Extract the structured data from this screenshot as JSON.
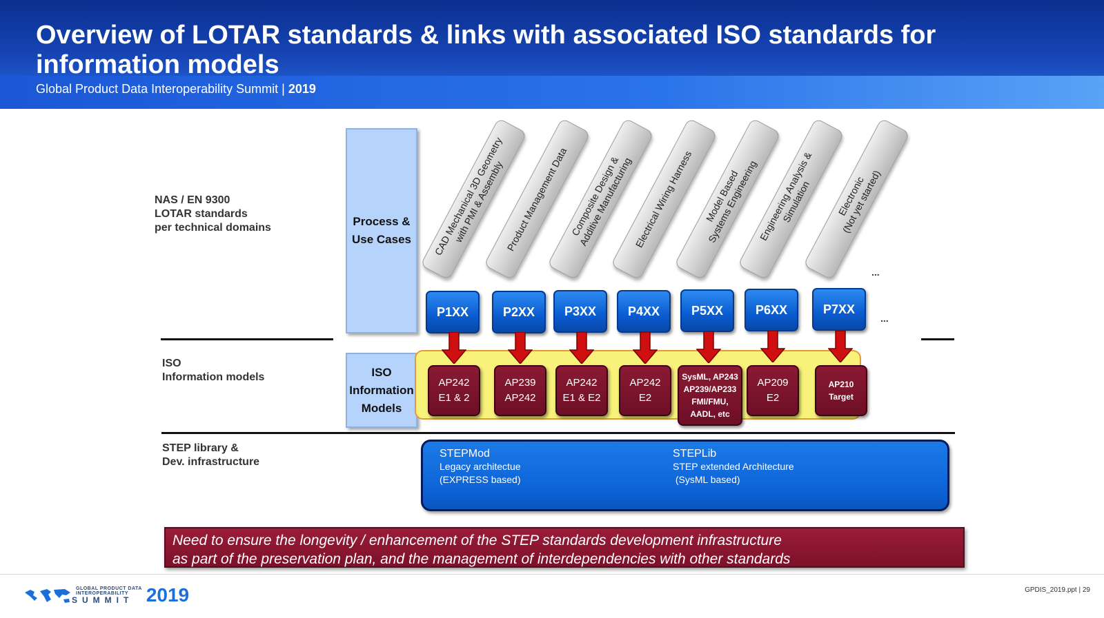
{
  "header": {
    "title": "Overview of LOTAR standards & links with associated ISO standards for information models",
    "subtitle_prefix": "Global Product Data Interoperability Summit | ",
    "subtitle_year": "2019"
  },
  "rows": {
    "nas": [
      "NAS / EN 9300",
      "LOTAR standards",
      "per technical domains"
    ],
    "iso": [
      "ISO",
      "Information models"
    ],
    "step": [
      "STEP library &",
      "Dev. infrastructure"
    ]
  },
  "process_box": [
    "Process &",
    "Use Cases"
  ],
  "iso_box": [
    "ISO",
    "Information",
    "Models"
  ],
  "domains": [
    [
      "CAD Mechanical 3D Geometry",
      "with PMI & Assembly"
    ],
    [
      "Product Management Data"
    ],
    [
      "Composite Design &",
      "Additive Manufacturing"
    ],
    [
      "Electrical Wiring Harness"
    ],
    [
      "Model Based",
      "Systems Engineering"
    ],
    [
      "Engineering Analysis &",
      "Simulation"
    ],
    [
      "Electronic",
      "(Not yet started)"
    ]
  ],
  "parts": [
    "P1XX",
    "P2XX",
    "P3XX",
    "P4XX",
    "P5XX",
    "P6XX",
    "P7XX"
  ],
  "ellipsis": "...",
  "models": [
    [
      "AP242",
      "E1 & 2"
    ],
    [
      "AP239",
      "AP242"
    ],
    [
      "AP242",
      "E1 & E2"
    ],
    [
      "AP242",
      "E2"
    ],
    [
      "SysML, AP243",
      "AP239/AP233",
      "FMI/FMU,",
      "AADL, etc"
    ],
    [
      "AP209",
      "E2"
    ],
    [
      "AP210",
      "Target"
    ]
  ],
  "step_bar": {
    "left": {
      "title": "STEPMod",
      "line1": "Legacy architectue",
      "line2": "(EXPRESS based)"
    },
    "right": {
      "title": "STEPLib",
      "line1": "STEP extended Architecture",
      "line2": " (SysML based)"
    }
  },
  "banner": [
    "Need to ensure the longevity / enhancement of the STEP standards development infrastructure",
    "as part of the preservation plan, and the management of interdependencies with other standards"
  ],
  "footer": {
    "logo_line1": "GLOBAL PRODUCT DATA",
    "logo_line2": "INTEROPERABILITY",
    "logo_summit": "SUMMIT",
    "logo_year": "2019",
    "page_ref": "GPDIS_2019.ppt | 29"
  },
  "colors": {
    "header_dark": "#0b2f8f",
    "part_blue": "#0a5cd0",
    "model_maroon": "#6e0f26",
    "arrow_red": "#d01010",
    "band_yellow": "#f8f27a",
    "banner_red": "#7d1129"
  }
}
